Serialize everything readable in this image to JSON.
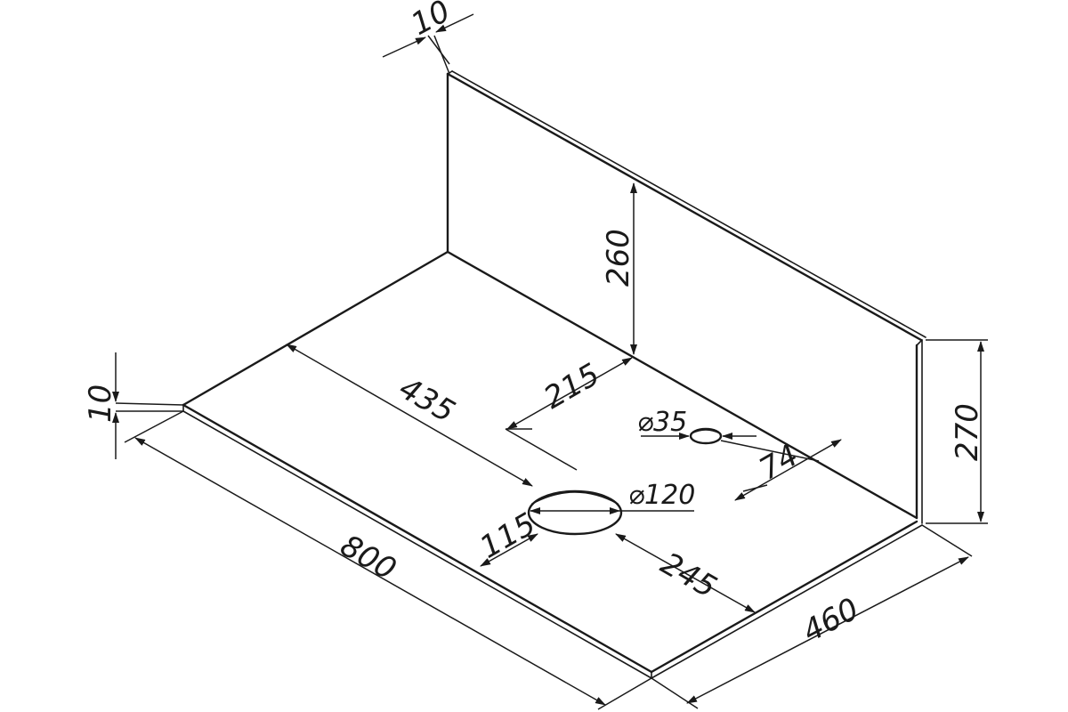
{
  "dimensions": {
    "wall_thickness": "10",
    "base_thickness": "10",
    "wall_height": "260",
    "side_height": "270",
    "offset_435": "435",
    "offset_215": "215",
    "small_hole": "⌀35",
    "large_hole": "⌀120",
    "offset_74": "74",
    "offset_115": "115",
    "offset_245": "245",
    "length": "800",
    "depth": "460"
  }
}
